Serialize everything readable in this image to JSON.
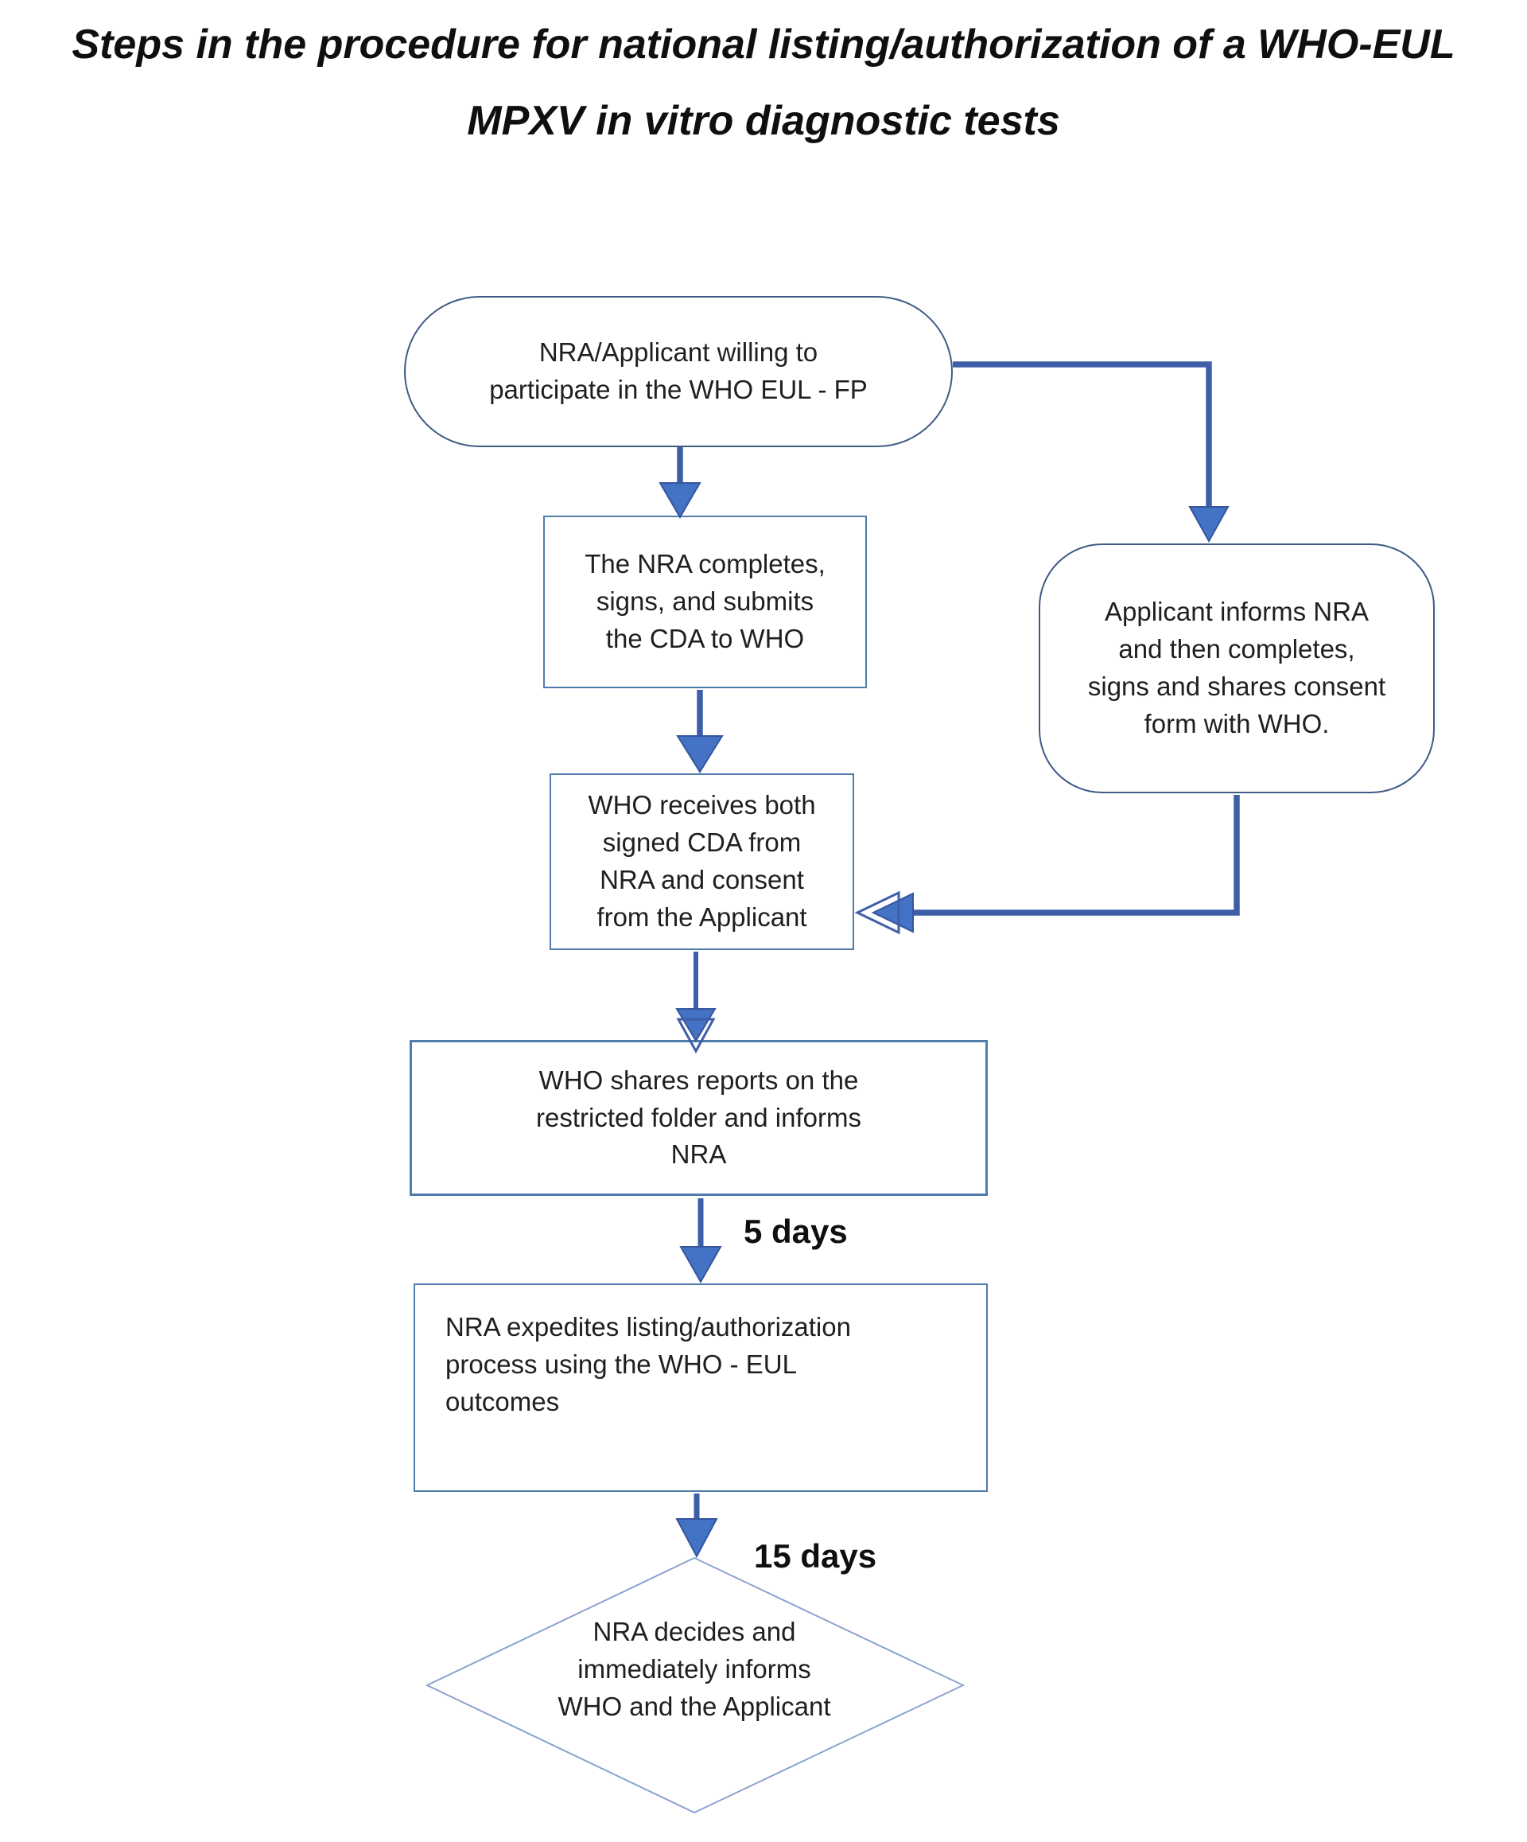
{
  "title": {
    "line1": "Steps in the procedure for national listing/authorization of a WHO-EUL",
    "line2": "MPXV in vitro diagnostic tests"
  },
  "flowchart": {
    "nodes": {
      "start": {
        "shape": "terminator",
        "lines": [
          "NRA/Applicant willing to",
          "participate in the WHO EUL - FP"
        ]
      },
      "nra_cda": {
        "shape": "process",
        "lines": [
          "The NRA completes,",
          "signs, and submits",
          "the CDA to WHO"
        ]
      },
      "applicant_consent": {
        "shape": "terminator",
        "lines": [
          "Applicant informs NRA",
          "and then completes,",
          "signs and shares consent",
          "form with  WHO."
        ]
      },
      "who_receives": {
        "shape": "process",
        "lines": [
          "WHO receives both",
          "signed CDA from",
          "NRA and consent",
          "from the Applicant"
        ]
      },
      "who_shares": {
        "shape": "process",
        "lines": [
          "WHO shares reports on the",
          "restricted folder and informs",
          "NRA"
        ]
      },
      "nra_expedites": {
        "shape": "process",
        "lines": [
          "NRA expedites listing/authorization",
          "process using the WHO - EUL",
          "outcomes"
        ]
      },
      "nra_decides": {
        "shape": "decision",
        "lines": [
          "NRA decides and",
          "immediately",
          "informs WHO and",
          "the Applicant"
        ]
      }
    },
    "edge_labels": {
      "five_days": "5 days",
      "fifteen_days": "15 days"
    },
    "colors": {
      "connector": "#3e5fa8",
      "arrowhead_fill": "#4472c4",
      "arrowhead_stroke": "#35569e",
      "terminator_border": "#3f5b85",
      "process_border": "#4f7cab",
      "decision_border": "#8ca3d0",
      "text": "#1f1f1f",
      "background": "#ffffff"
    }
  }
}
